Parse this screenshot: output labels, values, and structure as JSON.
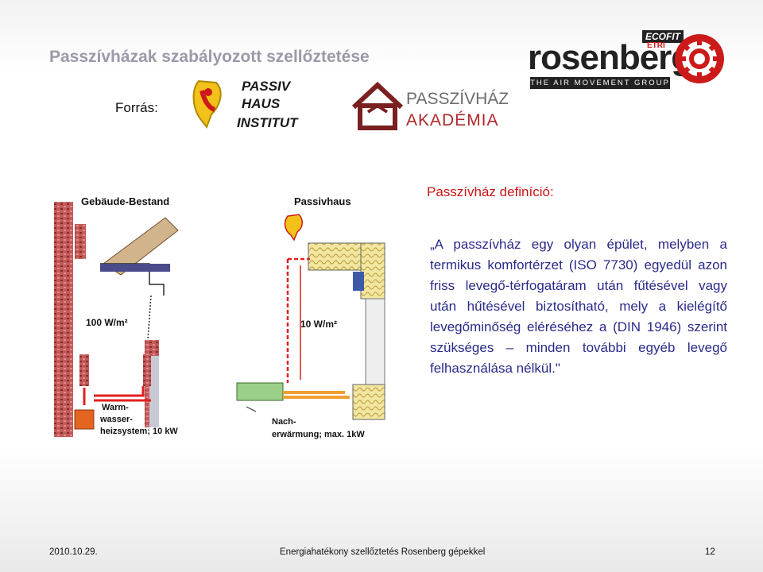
{
  "slide": {
    "title": "Passzívházak szabályozott szellőztetése",
    "source_label": "Forrás:"
  },
  "logos": {
    "piv_lines": [
      "PASSIV",
      "HAUS",
      "INSTITUT"
    ],
    "akademia_lines": [
      "PASSZÍVHÁZ",
      "AKADÉMIA"
    ],
    "rosenberg_brand": "rosenberg",
    "rosenberg_tagline": "THE AIR MOVEMENT GROUP",
    "ecofit": "ECOFIT",
    "etri": "ETRI"
  },
  "diagram": {
    "label_left": "Gebäude-Bestand",
    "label_right": "Passivhaus",
    "heat_left": "100 W/m²",
    "heat_right": "10 W/m²",
    "warm_lines": [
      "Warm-",
      "wasser-",
      "heizsystem; 10 kW"
    ],
    "nach_lines": [
      "Nach-",
      "erwärmung; max. 1kW"
    ]
  },
  "definition": {
    "heading": "Passzívház definíció:",
    "quote": "„A passzívház egy olyan épület, melyben a termikus komfortérzet (ISO 7730) egyedül azon friss levegő-térfogatáram után fűtésével vagy után hűtésével biztosítható, mely a kielégítő levegőminőség eléréséhez a (DIN 1946) szerint szükséges – minden további egyéb levegő felhasználása nélkül.\""
  },
  "footer": {
    "date": "2010.10.29.",
    "center": "Energiahatékony szellőztetés Rosenberg gépekkel",
    "page": "12"
  },
  "colors": {
    "title": "#9a9aa8",
    "heading_red": "#cc1414",
    "quote_blue": "#2a2a8a",
    "brick": "#b04848",
    "insulation": "#f2e6a0"
  }
}
